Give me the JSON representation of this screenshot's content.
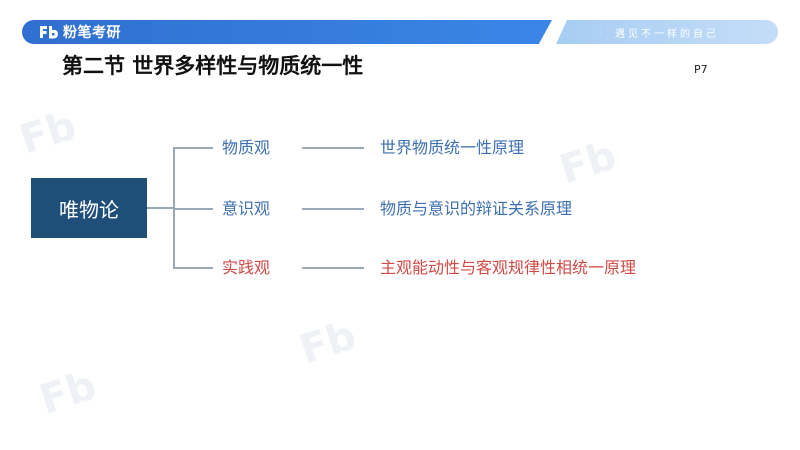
{
  "header": {
    "brand": "粉笔考研",
    "slogan": "遇见不一样的自己",
    "accent_color": "#2f6fd0"
  },
  "slide": {
    "title": "第二节 世界多样性与物质统一性",
    "page": "P7"
  },
  "diagram": {
    "root": "唯物论",
    "branches": [
      {
        "label": "物质观",
        "principle": "世界物质统一性原理",
        "color": "#3c6fb0"
      },
      {
        "label": "意识观",
        "principle": "物质与意识的辩证关系原理",
        "color": "#3c6fb0"
      },
      {
        "label": "实践观",
        "principle": "主观能动性与客观规律性相统一原理",
        "color": "#d14a45"
      }
    ]
  }
}
